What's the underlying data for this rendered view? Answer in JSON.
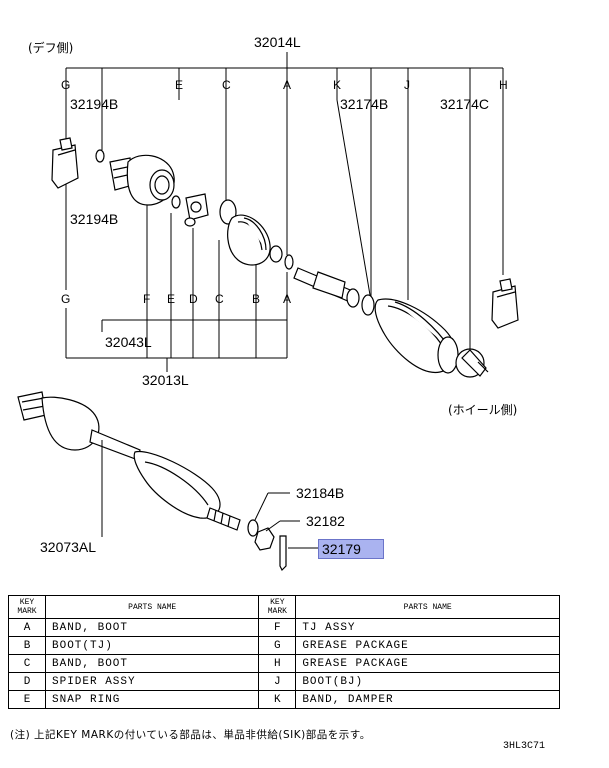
{
  "labels": {
    "diff_side": "(デフ側)",
    "wheel_side": "(ホイール側)",
    "p32014L": "32014L",
    "p32194B_top": "32194B",
    "p32194B_mid": "32194B",
    "p32174B": "32174B",
    "p32174C": "32174C",
    "p32043L": "32043L",
    "p32013L": "32013L",
    "p32184B": "32184B",
    "p32182": "32182",
    "p32179": "32179",
    "p32073AL": "32073AL"
  },
  "top_keys": [
    "G",
    "E",
    "C",
    "A",
    "K",
    "J",
    "H"
  ],
  "bottom_keys": [
    "G",
    "F",
    "E",
    "D",
    "C",
    "B",
    "A"
  ],
  "table": {
    "header": {
      "key_mark": "KEY\nMARK",
      "parts_name": "PARTS NAME"
    },
    "rows": [
      {
        "left_key": "A",
        "left_name": "BAND, BOOT",
        "right_key": "F",
        "right_name": "TJ ASSY"
      },
      {
        "left_key": "B",
        "left_name": "BOOT(TJ)",
        "right_key": "G",
        "right_name": "GREASE PACKAGE"
      },
      {
        "left_key": "C",
        "left_name": "BAND, BOOT",
        "right_key": "H",
        "right_name": "GREASE PACKAGE"
      },
      {
        "left_key": "D",
        "left_name": "SPIDER ASSY",
        "right_key": "J",
        "right_name": "BOOT(BJ)"
      },
      {
        "left_key": "E",
        "left_name": "SNAP RING",
        "right_key": "K",
        "right_name": "BAND, DAMPER"
      }
    ]
  },
  "note": "(注) 上記KEY MARKの付いている部品は、単品非供給(SIK)部品を示す。",
  "drawing_code": "3HL3C71",
  "colors": {
    "highlight": "#aab3f0"
  }
}
